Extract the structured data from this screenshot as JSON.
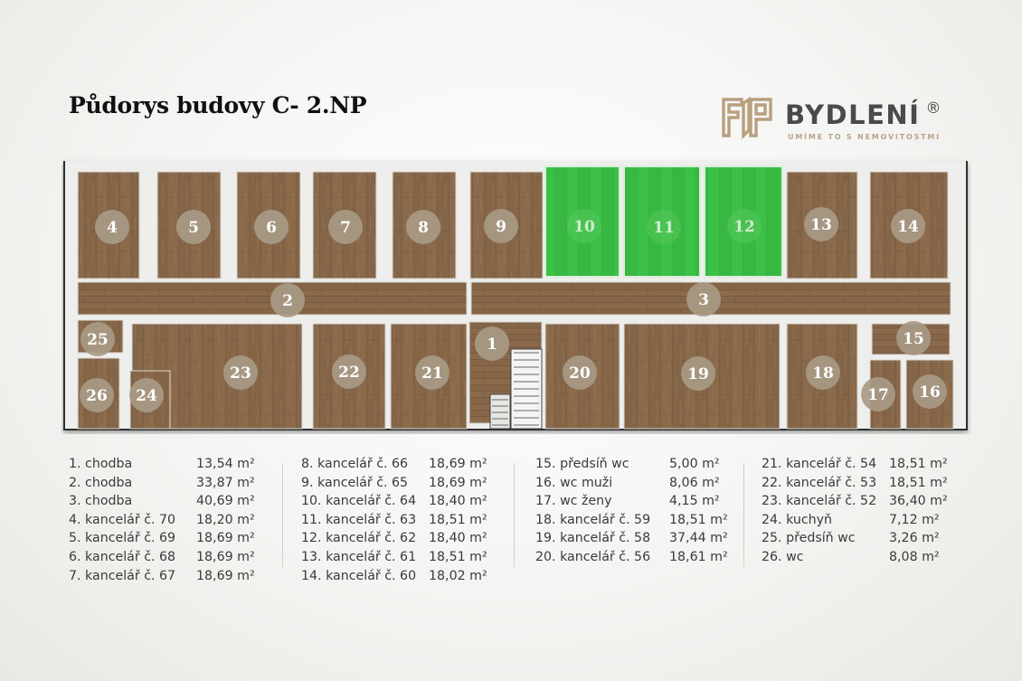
{
  "title": "Půdorys budovy C- 2.NP",
  "logo": {
    "name": "BYDLENÍ",
    "registered": "®",
    "tagline": "UMÍME TO S NEMOVITOSTMI",
    "accent": "#b89f7e"
  },
  "colors": {
    "wood": "#8c6b4c",
    "wood_dark": "#6f5238",
    "highlight": "#3fc04a",
    "wall": "#f2f2f0",
    "badge": "#a89a86"
  },
  "rooms": [
    {
      "n": "1",
      "state": "normal"
    },
    {
      "n": "2",
      "state": "normal"
    },
    {
      "n": "3",
      "state": "normal"
    },
    {
      "n": "4",
      "state": "normal"
    },
    {
      "n": "5",
      "state": "normal"
    },
    {
      "n": "6",
      "state": "normal"
    },
    {
      "n": "7",
      "state": "normal"
    },
    {
      "n": "8",
      "state": "normal"
    },
    {
      "n": "9",
      "state": "normal"
    },
    {
      "n": "10",
      "state": "highlighted"
    },
    {
      "n": "11",
      "state": "highlighted"
    },
    {
      "n": "12",
      "state": "highlighted"
    },
    {
      "n": "13",
      "state": "normal"
    },
    {
      "n": "14",
      "state": "normal"
    },
    {
      "n": "15",
      "state": "normal"
    },
    {
      "n": "16",
      "state": "normal"
    },
    {
      "n": "17",
      "state": "normal"
    },
    {
      "n": "18",
      "state": "normal"
    },
    {
      "n": "19",
      "state": "normal"
    },
    {
      "n": "20",
      "state": "normal"
    },
    {
      "n": "21",
      "state": "normal"
    },
    {
      "n": "22",
      "state": "normal"
    },
    {
      "n": "23",
      "state": "normal"
    },
    {
      "n": "24",
      "state": "normal"
    },
    {
      "n": "25",
      "state": "normal"
    },
    {
      "n": "26",
      "state": "normal"
    }
  ],
  "legend": [
    [
      {
        "label": "1. chodba",
        "value": "13,54 m²"
      },
      {
        "label": "2. chodba",
        "value": "33,87 m²"
      },
      {
        "label": "3. chodba",
        "value": "40,69 m²"
      },
      {
        "label": "4. kancelář č. 70",
        "value": "18,20 m²"
      },
      {
        "label": "5. kancelář č. 69",
        "value": "18,69 m²"
      },
      {
        "label": "6. kancelář č. 68",
        "value": "18,69 m²"
      },
      {
        "label": "7. kancelář č. 67",
        "value": "18,69 m²"
      }
    ],
    [
      {
        "label": "8. kancelář č. 66",
        "value": "18,69 m²"
      },
      {
        "label": "9. kancelář č. 65",
        "value": "18,69 m²"
      },
      {
        "label": "10. kancelář č. 64",
        "value": "18,40 m²"
      },
      {
        "label": "11. kancelář č. 63",
        "value": "18,51 m²"
      },
      {
        "label": "12. kancelář č. 62",
        "value": "18,40 m²"
      },
      {
        "label": "13. kancelář č. 61",
        "value": "18,51 m²"
      },
      {
        "label": "14. kancelář č. 60",
        "value": "18,02 m²"
      }
    ],
    [
      {
        "label": "15. předsíň wc",
        "value": "5,00 m²"
      },
      {
        "label": "16. wc muži",
        "value": "8,06 m²"
      },
      {
        "label": "17. wc ženy",
        "value": "4,15 m²"
      },
      {
        "label": "18. kancelář č. 59",
        "value": "18,51 m²"
      },
      {
        "label": "19. kancelář č. 58",
        "value": "37,44 m²"
      },
      {
        "label": "20. kancelář č. 56",
        "value": "18,61 m²"
      }
    ],
    [
      {
        "label": "21. kancelář č. 54",
        "value": "18,51 m²"
      },
      {
        "label": "22. kancelář č. 53",
        "value": "18,51 m²"
      },
      {
        "label": "23. kancelář č. 52",
        "value": "36,40 m²"
      },
      {
        "label": "24. kuchyň",
        "value": "7,12 m²"
      },
      {
        "label": "25. předsíň wc",
        "value": "3,26 m²"
      },
      {
        "label": "26. wc",
        "value": "8,08 m²"
      }
    ]
  ]
}
